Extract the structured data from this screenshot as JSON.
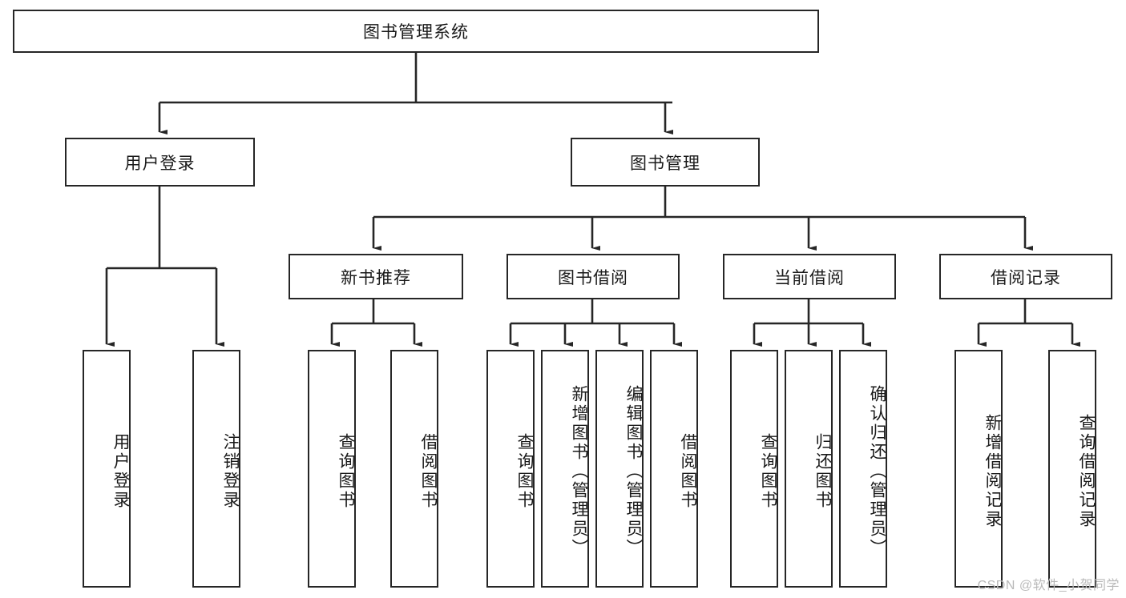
{
  "diagram": {
    "title": "图书管理系统",
    "type": "hierarchy-tree",
    "watermark": "CSDN @软件_小贺同学",
    "colors": {
      "stroke": "#262626",
      "fill": "#ffffff",
      "text": "#1a1a1a",
      "watermark": "#b9b9b9"
    },
    "root": {
      "label": "图书管理系统"
    },
    "level2": [
      {
        "label": "用户登录"
      },
      {
        "label": "图书管理"
      }
    ],
    "level3": [
      {
        "label": "新书推荐"
      },
      {
        "label": "图书借阅"
      },
      {
        "label": "当前借阅"
      },
      {
        "label": "借阅记录"
      }
    ],
    "leaves": {
      "user_login": [
        {
          "label": "用户登录"
        },
        {
          "label": "注销登录"
        }
      ],
      "new_book": [
        {
          "label": "查询图书"
        },
        {
          "label": "借阅图书"
        }
      ],
      "borrow": [
        {
          "label": "查询图书"
        },
        {
          "label": "新增图书（管理员）"
        },
        {
          "label": "编辑图书（管理员）"
        },
        {
          "label": "借阅图书"
        }
      ],
      "current": [
        {
          "label": "查询图书"
        },
        {
          "label": "归还图书"
        },
        {
          "label": "确认归还（管理员）"
        }
      ],
      "records": [
        {
          "label": "新增借阅记录"
        },
        {
          "label": "查询借阅记录"
        }
      ]
    }
  }
}
